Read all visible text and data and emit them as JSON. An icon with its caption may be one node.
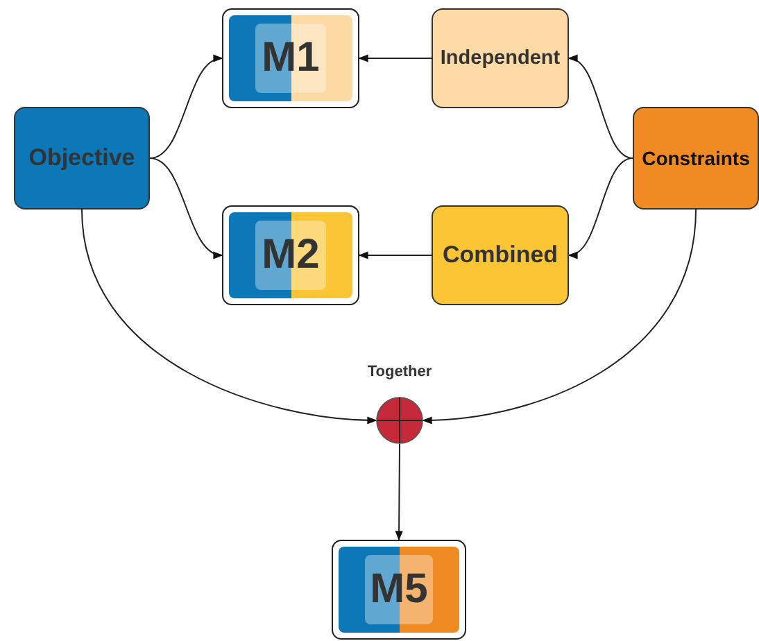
{
  "diagram": {
    "nodes": [
      {
        "text": [
          "Objective"
        ]
      },
      {
        "text": [
          "M1"
        ]
      },
      {
        "text": [
          "Independent"
        ]
      },
      {
        "text": [
          "Constraints"
        ]
      },
      {
        "text": [
          "M2"
        ]
      },
      {
        "text": [
          "Combined"
        ]
      },
      {
        "text": [],
        "shape": "circle",
        "beside": [
          "Together"
        ]
      },
      {
        "text": [
          "M5"
        ]
      }
    ],
    "edges": [
      {
        "from": 0,
        "to": 1,
        "arrow": "to"
      },
      {
        "from": 0,
        "to": 4,
        "arrow": "to"
      },
      {
        "from": 2,
        "to": 1,
        "arrow": "to"
      },
      {
        "from": 5,
        "to": 4,
        "arrow": "to"
      },
      {
        "from": 3,
        "to": 2,
        "arrow": "to"
      },
      {
        "from": 3,
        "to": 5,
        "arrow": "to"
      },
      {
        "from": 0,
        "to": 6,
        "arrow": "to"
      },
      {
        "from": 3,
        "to": 6,
        "arrow": "to"
      },
      {
        "from": 6,
        "to": 7,
        "arrow": "to"
      }
    ]
  }
}
